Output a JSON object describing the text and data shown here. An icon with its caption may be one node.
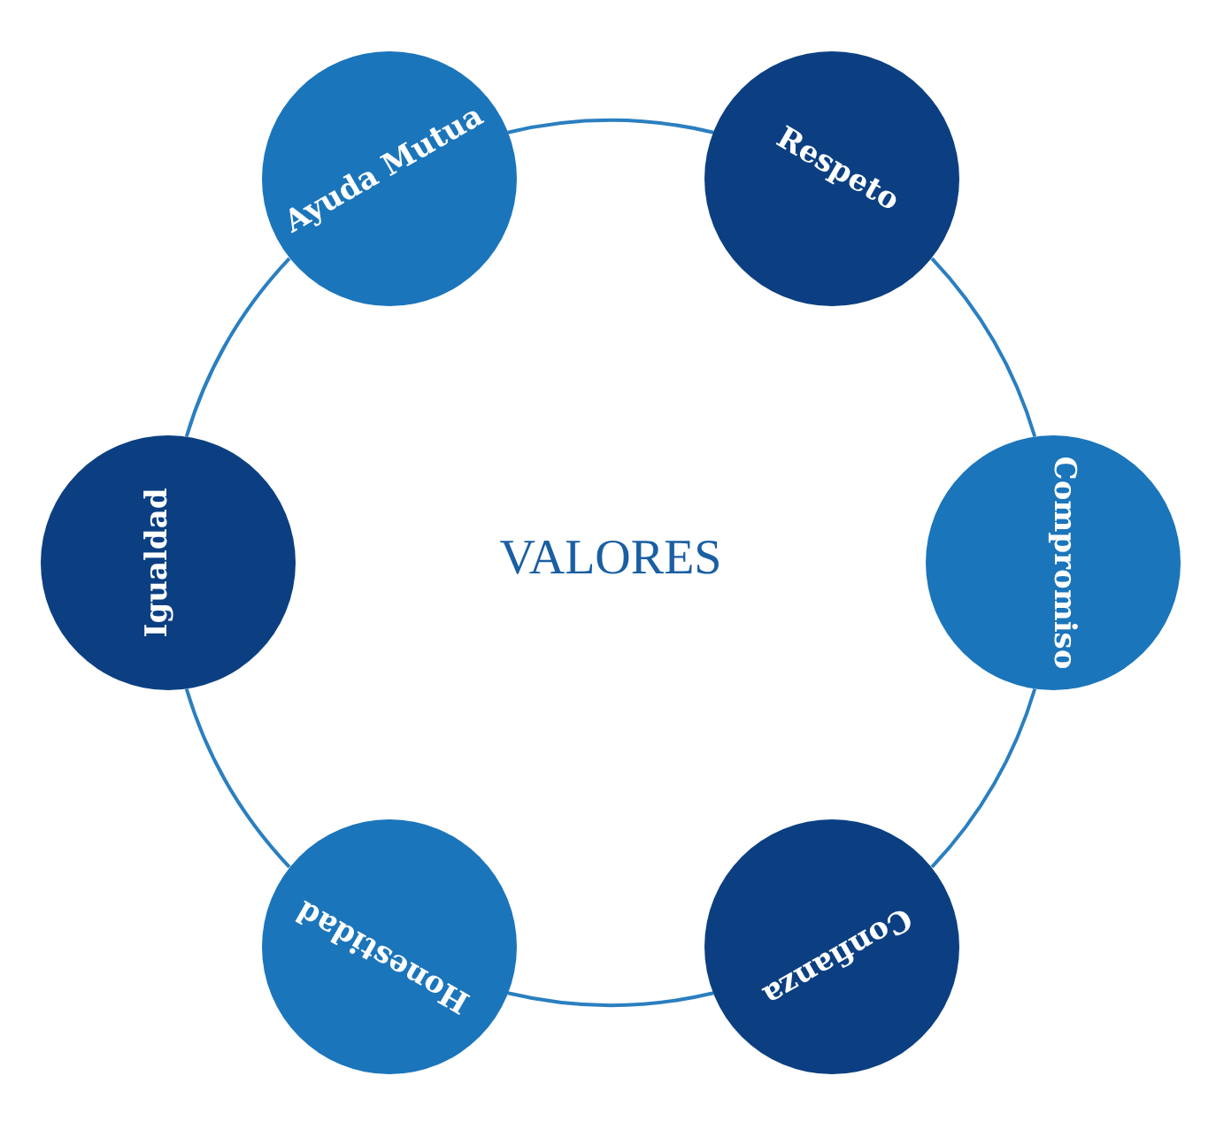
{
  "diagram": {
    "nodes": [
      {
        "text": [
          "Ayuda Mutua"
        ]
      },
      {
        "text": [
          "Respeto"
        ]
      },
      {
        "text": [
          "Compromiso"
        ]
      },
      {
        "text": [
          "Confianza"
        ]
      },
      {
        "text": [
          "Honestidad"
        ]
      },
      {
        "text": [
          "Igualdad"
        ]
      }
    ],
    "edges": [
      {
        "from": 0,
        "to": 1,
        "arrow": "none"
      },
      {
        "from": 1,
        "to": 2,
        "arrow": "none"
      },
      {
        "from": 2,
        "to": 3,
        "arrow": "none"
      },
      {
        "from": 3,
        "to": 4,
        "arrow": "none"
      },
      {
        "from": 4,
        "to": 5,
        "arrow": "none"
      },
      {
        "from": 5,
        "to": 0,
        "arrow": "none"
      }
    ],
    "labels": [
      "VALORES"
    ]
  }
}
